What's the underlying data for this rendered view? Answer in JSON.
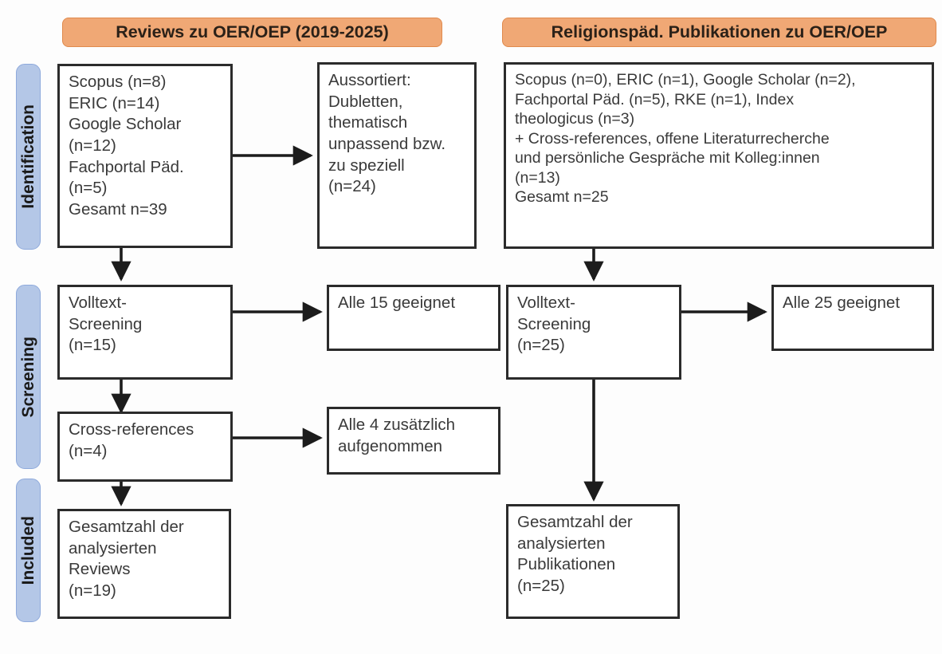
{
  "columns": [
    {
      "id": "reviews",
      "header": "Reviews zu OER/OEP (2019-2025)"
    },
    {
      "id": "religion",
      "header": "Religionspäd. Publikationen zu OER/OEP"
    }
  ],
  "stages": [
    {
      "id": "identification",
      "label": "Identification"
    },
    {
      "id": "screening",
      "label": "Screening"
    },
    {
      "id": "included",
      "label": "Included"
    }
  ],
  "boxes": {
    "left_identification": "Scopus (n=8)\nERIC (n=14)\nGoogle Scholar\n(n=12)\nFachportal Päd.\n(n=5)\nGesamt n=39",
    "left_excluded": "Aussortiert:\nDubletten,\nthematisch\nunpassend bzw.\nzu speziell\n(n=24)",
    "left_screening": "Volltext-\nScreening\n(n=15)",
    "left_screening_result": "Alle 15 geeignet",
    "left_crossrefs": "Cross-references\n(n=4)",
    "left_crossrefs_result": "Alle 4 zusätzlich\naufgenommen",
    "left_included": "Gesamtzahl der\nanalysierten\nReviews\n(n=19)",
    "right_identification": "Scopus (n=0), ERIC (n=1), Google Scholar (n=2),\nFachportal Päd. (n=5), RKE (n=1), Index\ntheologicus (n=3)\n+ Cross-references, offene Literaturrecherche\nund persönliche Gespräche mit Kolleg:innen\n(n=13)\nGesamt n=25",
    "right_screening": "Volltext-\nScreening\n(n=25)",
    "right_screening_result": "Alle 25 geeignet",
    "right_included": "Gesamtzahl der\nanalysierten\nPublikationen\n(n=25)"
  },
  "colors": {
    "header_fill": "#f0a875",
    "header_border": "#e08a4d",
    "stage_fill": "#b4c7e7",
    "stage_border": "#8faadc",
    "box_border": "#2b2b2b",
    "text": "#3a3a3a",
    "connector": "#1c1c1c"
  }
}
